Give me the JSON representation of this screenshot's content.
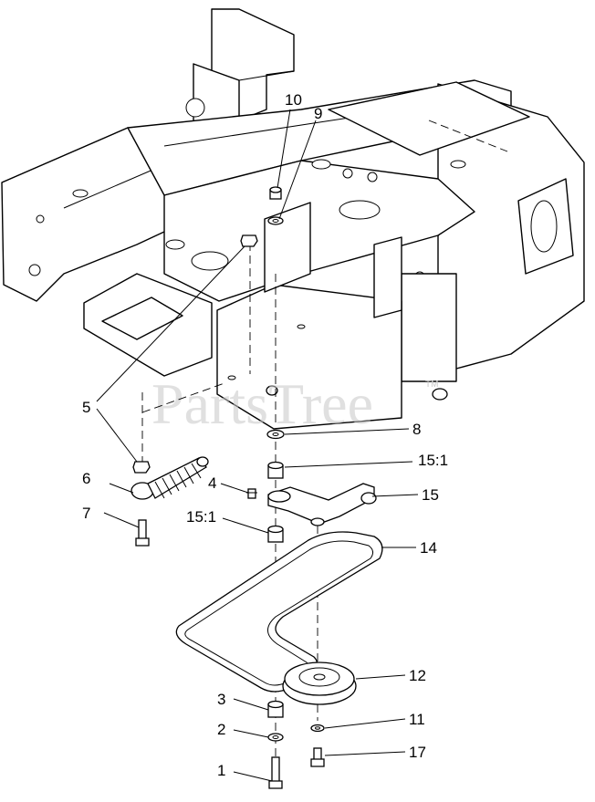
{
  "watermark": {
    "text": "PartsTree",
    "tm": "TM"
  },
  "callouts": {
    "c1": "1",
    "c2": "2",
    "c3": "3",
    "c4": "4",
    "c5": "5",
    "c6": "6",
    "c7": "7",
    "c8": "8",
    "c9": "9",
    "c10": "10",
    "c11": "11",
    "c12": "12",
    "c14": "14",
    "c15": "15",
    "c15b": "15:1",
    "c15c": "15:1",
    "c17": "17"
  }
}
